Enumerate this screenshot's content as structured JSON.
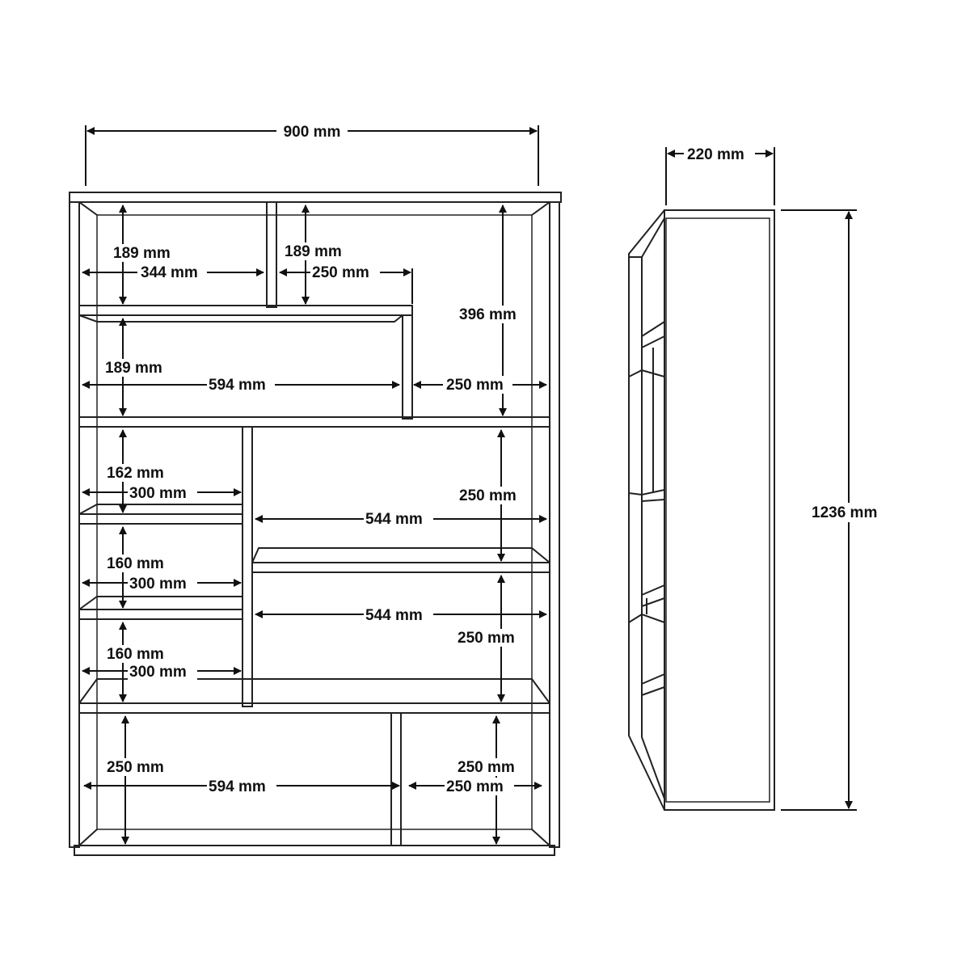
{
  "front_view": {
    "overall_width": "900 mm",
    "labels": {
      "top_left_height": "189 mm",
      "top_left_width": "344 mm",
      "top_mid_height": "189 mm",
      "top_mid_width": "250 mm",
      "right_tall_height": "396 mm",
      "wide_shelf_height": "189 mm",
      "wide_shelf_width": "594 mm",
      "right_small_width": "250 mm",
      "left_a_height": "162 mm",
      "left_a_width": "300 mm",
      "right_a_height": "250 mm",
      "right_a_width": "544 mm",
      "left_b_height": "160 mm",
      "left_b_width": "300 mm",
      "right_b_width": "544 mm",
      "right_b_height": "250 mm",
      "left_c_height": "160 mm",
      "left_c_width": "300 mm",
      "bottom_left_height": "250 mm",
      "bottom_left_width": "594 mm",
      "bottom_right_height": "250 mm",
      "bottom_right_width": "250 mm"
    }
  },
  "side_view": {
    "depth": "220 mm",
    "height": "1236 mm"
  }
}
